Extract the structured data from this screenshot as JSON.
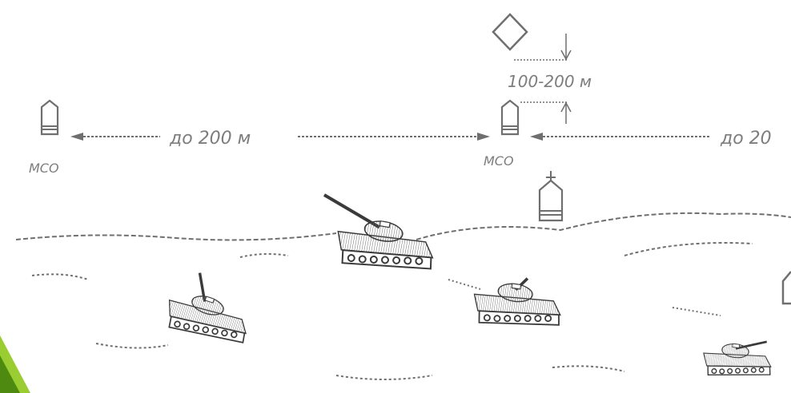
{
  "labels": {
    "dist_left": "до 200 м",
    "dist_right": "до 20",
    "dist_forward": "100-200 м",
    "unit_left": "МСО",
    "unit_center": "МСО"
  },
  "colors": {
    "ink": "#6f6f6f",
    "ink_dark": "#3a3a3a",
    "accent": "#9acd32",
    "accent_dark": "#4f8a10",
    "background": "#ffffff"
  },
  "icons": {
    "vehicle_symbol": "armored-vehicle-symbol",
    "rhombus": "forward-observer-rhombus",
    "tank": "tank-illustration"
  }
}
